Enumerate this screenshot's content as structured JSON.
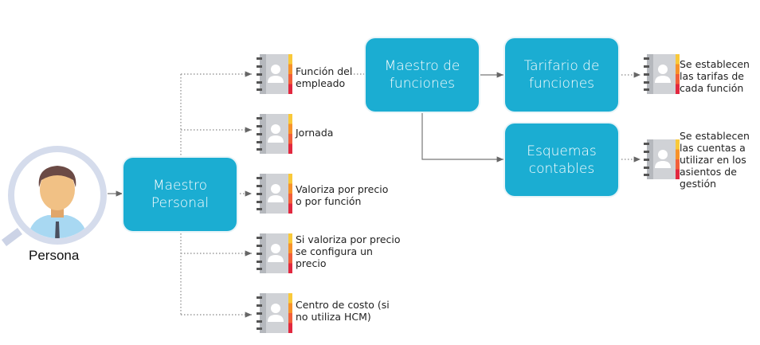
{
  "person": {
    "label": "Persona"
  },
  "boxes": {
    "maestro_personal": "Maestro\nPersonal",
    "maestro_funciones": "Maestro de\nfunciones",
    "tarifario": "Tarifario de\nfunciones",
    "esquemas": "Esquemas\ncontables"
  },
  "items": [
    {
      "label": "Función del\nempleado"
    },
    {
      "label": "Jornada"
    },
    {
      "label": "Valoriza por precio\no por función"
    },
    {
      "label": "Si valoriza por precio\nse configura un\nprecio"
    },
    {
      "label": "Centro de costo (si\nno utiliza HCM)"
    }
  ],
  "right_items": [
    {
      "label": "Se establecen\nlas tarifas de\ncada función"
    },
    {
      "label": "Se establecen\nlas cuentas a\nutilizar en los\nasientos de\ngestión"
    }
  ],
  "colors": {
    "box": "#1badd2",
    "tab1": "#f9c93a",
    "tab2": "#f7922a",
    "tab3": "#f25f3a",
    "tab4": "#e2283f"
  }
}
